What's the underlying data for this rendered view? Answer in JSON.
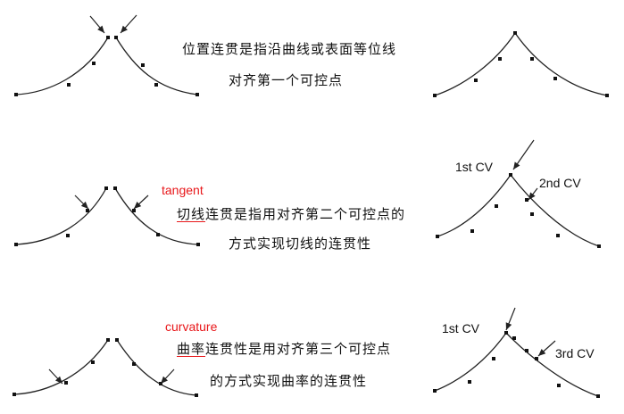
{
  "sections": [
    {
      "id": "position",
      "term": "",
      "text_line1_lead": "",
      "text_line1_rest": "位置连贯是指沿曲线或表面等位线",
      "text_line2": "对齐第一个可控点",
      "labels": []
    },
    {
      "id": "tangent",
      "term": "tangent",
      "text_line1_lead": "切线",
      "text_line1_rest": "连贯是指用对齐第二个可控点的",
      "text_line2": "方式实现切线的连贯性",
      "labels": [
        "1st CV",
        "2nd CV"
      ]
    },
    {
      "id": "curvature",
      "term": "curvature",
      "text_line1_lead": "曲率",
      "text_line1_rest": "连贯性是用对齐第三个可控点",
      "text_line2": "的方式实现曲率的连贯性",
      "labels": [
        "1st CV",
        "3rd CV"
      ]
    }
  ],
  "colors": {
    "line": "#222222",
    "dot": "#111111",
    "term": "#e8171a",
    "text": "#111111"
  }
}
